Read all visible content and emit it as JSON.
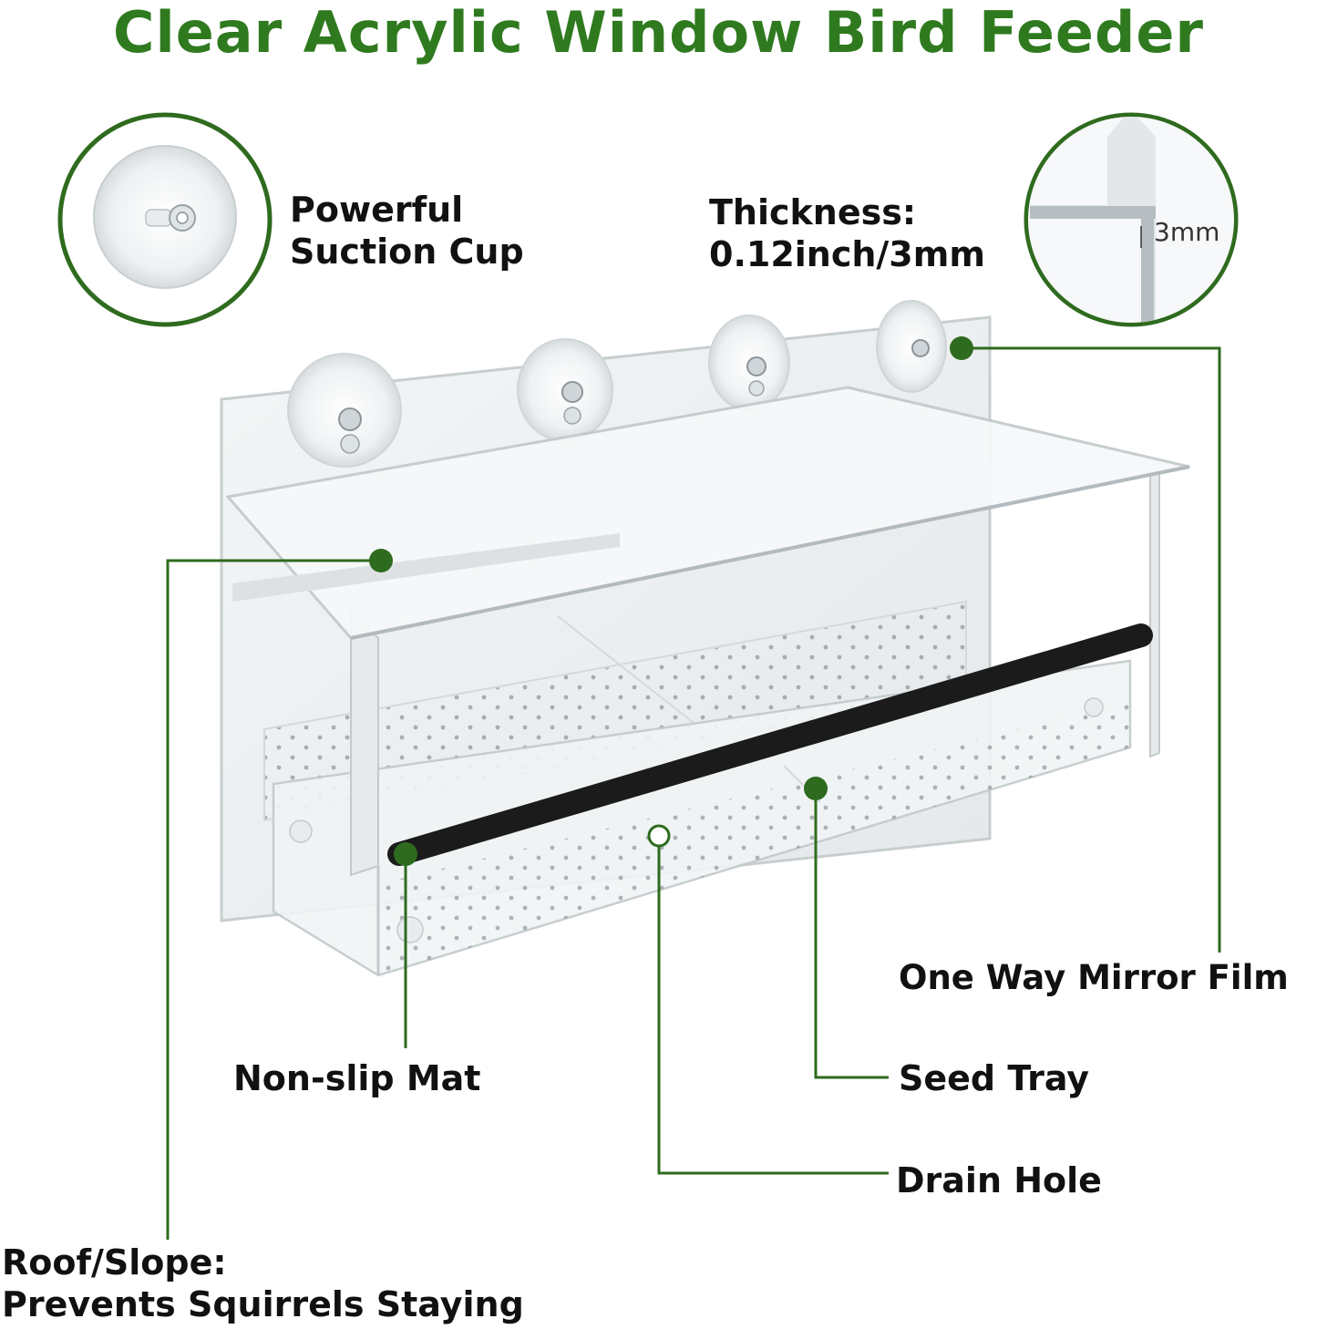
{
  "title": "Clear Acrylic Window Bird Feeder",
  "labels": {
    "suction_cup": [
      "Powerful",
      "Suction Cup"
    ],
    "thickness": [
      "Thickness:",
      "0.12inch/3mm"
    ],
    "thickness_detail": "3mm",
    "one_way_mirror": "One Way Mirror Film",
    "non_slip_mat": "Non-slip Mat",
    "seed_tray": "Seed Tray",
    "drain_hole": "Drain Hole",
    "roof": [
      "Roof/Slope:",
      "Prevents Squirrels Staying"
    ]
  },
  "colors": {
    "accent": "#2f7a1f",
    "callout": "#2e6b1e",
    "text": "#111111"
  }
}
